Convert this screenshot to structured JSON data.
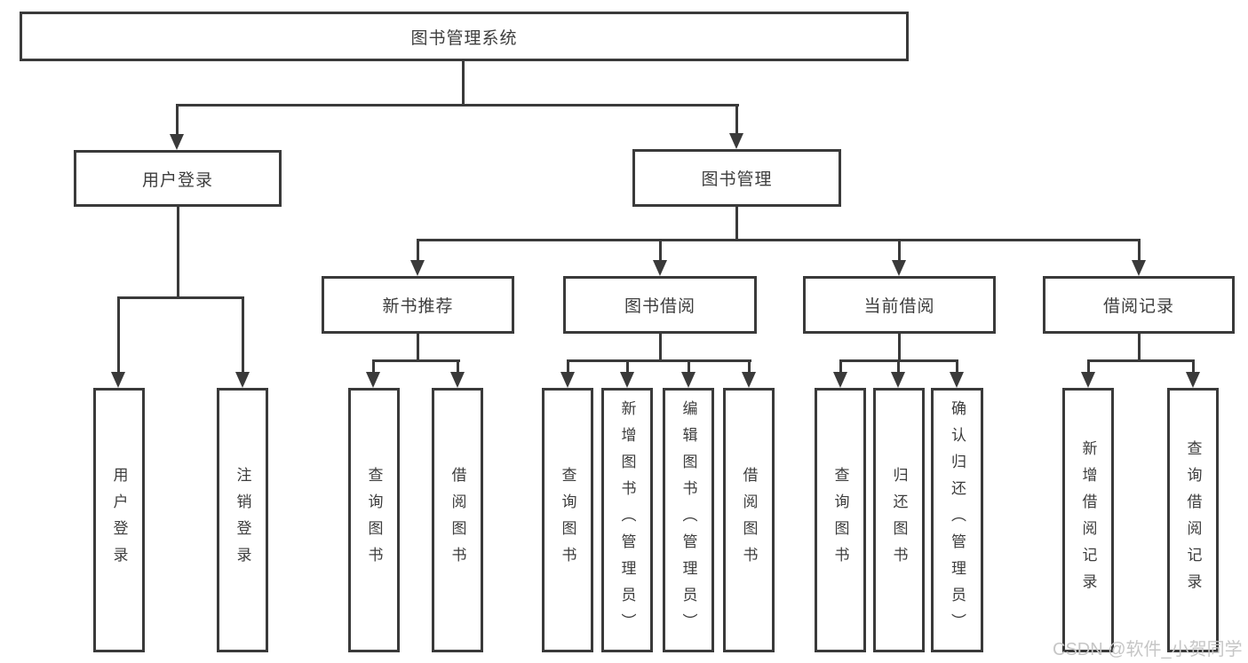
{
  "colors": {
    "line": "#3a3a3a",
    "box_border": "#3a3a3a",
    "text": "#3d3d3d",
    "watermark": "#c6c6c6",
    "background": "#ffffff"
  },
  "watermark": "CSDN @软件_小贺同学",
  "nodes": {
    "root": {
      "label": "图书管理系统"
    },
    "user_login": {
      "label": "用户登录"
    },
    "book_mgmt": {
      "label": "图书管理"
    },
    "new_book": {
      "label": "新书推荐"
    },
    "book_borrow": {
      "label": "图书借阅"
    },
    "current_borrow": {
      "label": "当前借阅"
    },
    "borrow_record": {
      "label": "借阅记录"
    },
    "leaf_user_login": {
      "label": "用户登录"
    },
    "leaf_logout": {
      "label": "注销登录"
    },
    "leaf_query_book_1": {
      "label": "查询图书"
    },
    "leaf_borrow_book_1": {
      "label": "借阅图书"
    },
    "leaf_query_book_2": {
      "label": "查询图书"
    },
    "leaf_add_book": {
      "label": "新增图书（管理员）"
    },
    "leaf_edit_book": {
      "label": "编辑图书（管理员）"
    },
    "leaf_borrow_book_2": {
      "label": "借阅图书"
    },
    "leaf_query_book_3": {
      "label": "查询图书"
    },
    "leaf_return_book": {
      "label": "归还图书"
    },
    "leaf_confirm_return": {
      "label": "确认归还（管理员）"
    },
    "leaf_add_record": {
      "label": "新增借阅记录"
    },
    "leaf_query_record": {
      "label": "查询借阅记录"
    }
  },
  "hierarchy": {
    "图书管理系统": {
      "用户登录": [
        "用户登录",
        "注销登录"
      ],
      "图书管理": {
        "新书推荐": [
          "查询图书",
          "借阅图书"
        ],
        "图书借阅": [
          "查询图书",
          "新增图书（管理员）",
          "编辑图书（管理员）",
          "借阅图书"
        ],
        "当前借阅": [
          "查询图书",
          "归还图书",
          "确认归还（管理员）"
        ],
        "借阅记录": [
          "新增借阅记录",
          "查询借阅记录"
        ]
      }
    }
  }
}
